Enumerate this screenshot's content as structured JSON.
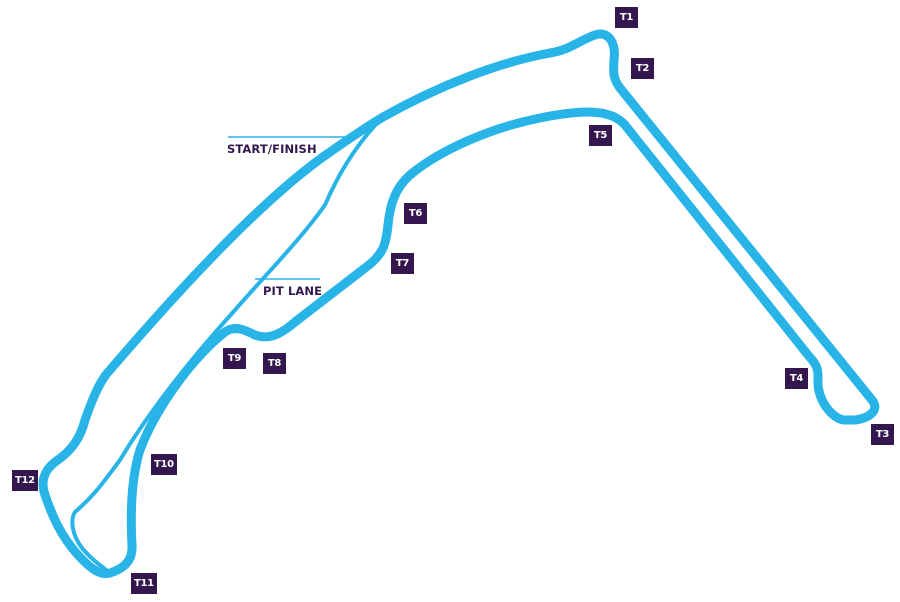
{
  "map": {
    "track_color": "#28b4e6",
    "badge_color": "#35174f",
    "labels": {
      "start_finish": "START/FINISH",
      "pit_lane": "PIT LANE"
    },
    "turns": [
      "T1",
      "T2",
      "T3",
      "T4",
      "T5",
      "T6",
      "T7",
      "T8",
      "T9",
      "T10",
      "T11",
      "T12"
    ]
  }
}
